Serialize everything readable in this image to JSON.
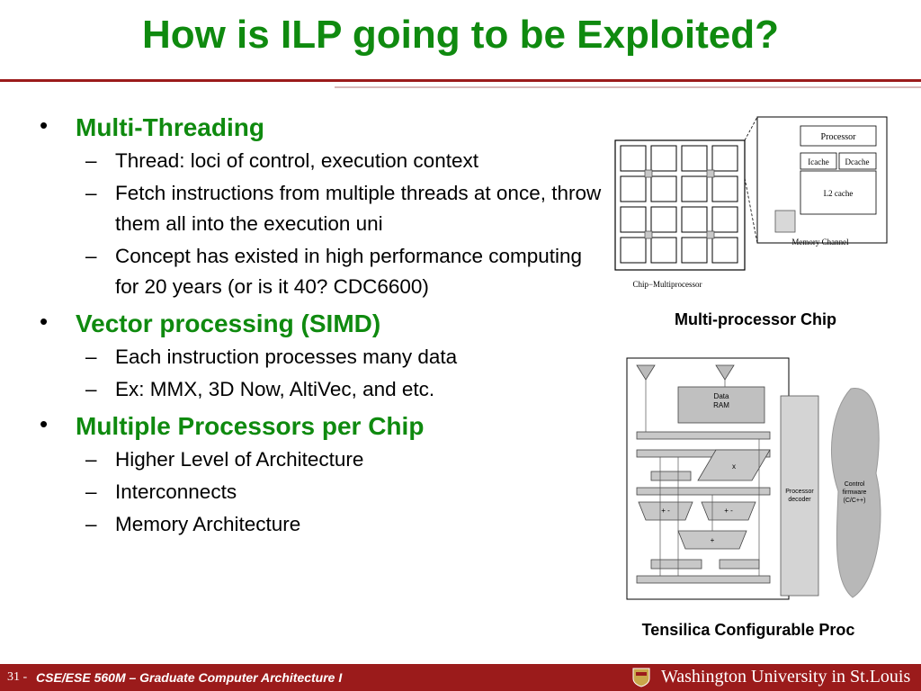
{
  "slide": {
    "title": "How is ILP going to be Exploited?",
    "bullets": [
      {
        "label": "Multi-Threading",
        "subs": [
          "Thread: loci of control, execution context",
          "Fetch instructions from multiple threads at once, throw them all into the execution uni",
          "Concept has existed in high performance computing for 20 years (or is it 40? CDC6600)"
        ]
      },
      {
        "label": "Vector processing (SIMD)",
        "subs": [
          "Each instruction processes many data",
          "Ex: MMX, 3D Now, AltiVec, and etc."
        ]
      },
      {
        "label": "Multiple Processors per Chip",
        "subs": [
          "Higher Level of Architecture",
          "Interconnects",
          "Memory Architecture"
        ]
      }
    ]
  },
  "figure1": {
    "caption": "Multi-processor Chip",
    "processor": "Processor",
    "icache": "Icache",
    "dcache": "Dcache",
    "l2": "L2 cache",
    "memory_channel": "Memory Channel",
    "chip_label": "Chip−Multiprocessor"
  },
  "figure2": {
    "caption": "Tensilica Configurable Proc",
    "data_ram_1": "Data",
    "data_ram_2": "RAM",
    "proc_dec_1": "Processor",
    "proc_dec_2": "decoder",
    "ctrl_1": "Control",
    "ctrl_2": "firmware",
    "ctrl_3": "(C/C++)",
    "op_mult": "x",
    "op_addsub": "+ -",
    "op_add": "+"
  },
  "footer": {
    "slide_number": "31 -",
    "course": "CSE/ESE 560M – Graduate Computer Architecture I",
    "university": "Washington University in St.Louis"
  },
  "colors": {
    "title_green": "#0f8a0f",
    "accent_red": "#9b1b1b"
  }
}
